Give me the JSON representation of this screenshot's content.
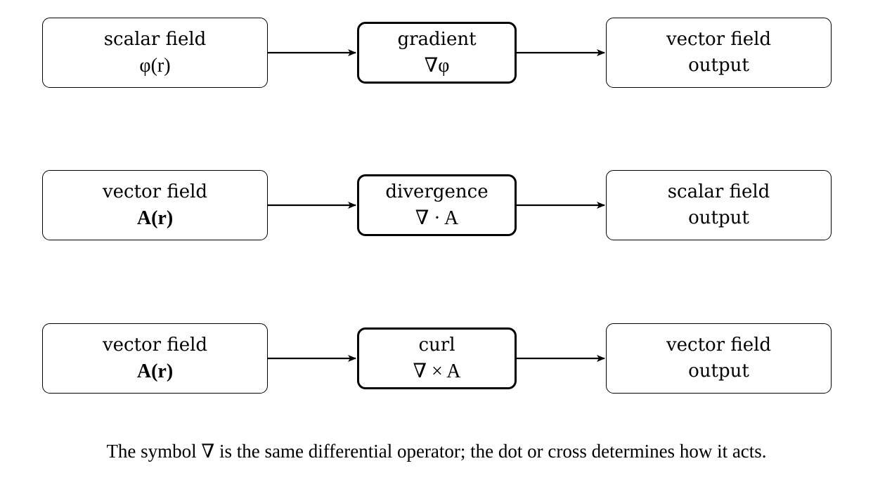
{
  "rows": [
    {
      "input": {
        "line1": "scalar field",
        "line2": "φ(r)"
      },
      "operator": {
        "name": "gradient",
        "expr": "∇φ"
      },
      "output": {
        "line1": "vector field",
        "line2": "output"
      }
    },
    {
      "input": {
        "line1": "vector field",
        "line2": "A(r)"
      },
      "operator": {
        "name": "divergence",
        "expr": "∇ · A"
      },
      "output": {
        "line1": "scalar field",
        "line2": "output"
      }
    },
    {
      "input": {
        "line1": "vector field",
        "line2": "A(r)"
      },
      "operator": {
        "name": "curl",
        "expr": "∇ × A"
      },
      "output": {
        "line1": "vector field",
        "line2": "output"
      }
    }
  ],
  "caption": "The symbol ∇ is the same differential operator; the dot or cross determines how it acts."
}
